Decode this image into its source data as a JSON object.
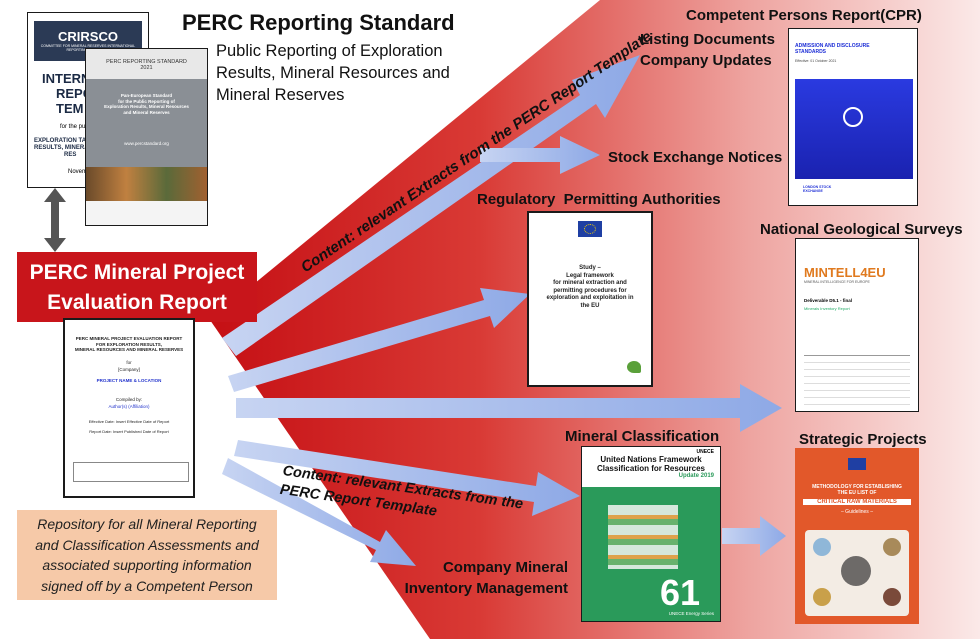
{
  "header": {
    "title": "PERC Reporting Standard",
    "subtitle_lines": [
      "Public Reporting of Exploration",
      "Results, Mineral Resources and",
      "Mineral Reserves"
    ]
  },
  "crirsco_doc": {
    "logo": "CRIRSCO",
    "logo_sub": "COMMITTEE FOR MINERAL RESERVES INTERNATIONAL REPORTING STANDARDS",
    "heading_lines": [
      "INTERN",
      "REPO",
      "TEM"
    ],
    "body_line": "for the publ",
    "lower_lines": [
      "EXPLORATION TAR",
      "RESULTS, MINERAL RE",
      "RES"
    ],
    "date": "Novem"
  },
  "perc_doc": {
    "label": "PERC REPORTING STANDARD",
    "year": "2021",
    "desc_lines": [
      "Pan-European Standard",
      "for the Public Reporting of",
      "Exploration Results, Mineral Resources",
      "and Mineral Reserves"
    ],
    "website": "www.percstandard.org"
  },
  "report_box": {
    "lines": [
      "PERC Mineral Project",
      "Evaluation Report"
    ]
  },
  "report_doc": {
    "title_lines": [
      "PERC MINERAL PROJECT EVALUATION REPORT",
      "FOR EXPLORATION RESULTS,",
      "MINERAL RESOURCES AND MINERAL RESERVES"
    ],
    "for": "for",
    "company": "[Company]",
    "project": "PROJECT NAME & LOCATION",
    "compiled": "Compiled by:",
    "author": "Author(s) (Affiliation)",
    "effective": "Effective Date: Insert Effective Date of Report",
    "report_date": "Report Date: Insert Published Date of Report"
  },
  "repository_note": {
    "lines": [
      "Repository for all Mineral Reporting",
      "and Classification Assessments and",
      "associated supporting information",
      "signed off by a Competent Person"
    ]
  },
  "arrow_texts": {
    "upper": "Content: relevant Extracts from the PERC Report Template",
    "lower_lines": [
      "Content: relevant Extracts from the",
      "PERC Report Template"
    ]
  },
  "targets": {
    "cpr": "Competent Persons Report(CPR)",
    "listing": "Listing Documents",
    "company_updates": "Company Updates",
    "stock_exchange": "Stock Exchange Notices",
    "regulatory": "Regulatory  Permitting Authorities",
    "national_surveys": "National Geological Surveys",
    "mineral_classification": "Mineral Classification",
    "strategic": "Strategic Projects",
    "company_inventory_lines": [
      "Company Mineral",
      "Inventory Management"
    ]
  },
  "lse_doc": {
    "title_lines": [
      "ADMISSION AND DISCLOSURE",
      "STANDARDS"
    ],
    "date": "Effective: 01 October 2021",
    "footer": "LONDON STOCK EXCHANGE"
  },
  "eu_study_doc": {
    "heading_lines": [
      "Study –",
      "Legal framework",
      "for mineral extraction and",
      "permitting procedures for",
      "exploration and exploitation in",
      "the EU"
    ]
  },
  "mintell_doc": {
    "logo": "MINTELL4EU",
    "logo_sub": "MINERAL INTELLIGENCE FOR EUROPE",
    "deliverable": "Deliverable D5.1 - final",
    "subtitle": "Minerals Inventory Report"
  },
  "unfc_doc": {
    "org": "UNECE",
    "title_lines": [
      "United Nations Framework",
      "Classification for Resources"
    ],
    "update": "Update 2019",
    "number": "61",
    "series": "UNECE Energy Series"
  },
  "crm_doc": {
    "title_lines": [
      "METHODOLOGY FOR ESTABLISHING",
      "THE EU LIST OF"
    ],
    "highlight": "CRITICAL RAW MATERIALS",
    "guidelines": "– Guidelines –"
  },
  "colors": {
    "red_box": "#c8151b",
    "arrow": "#9fb6e8",
    "note_bg": "#f6c9a8",
    "unfc_green": "#2a9a5a",
    "lse_blue": "#1e2fd6",
    "crm_orange": "#e2582a"
  }
}
